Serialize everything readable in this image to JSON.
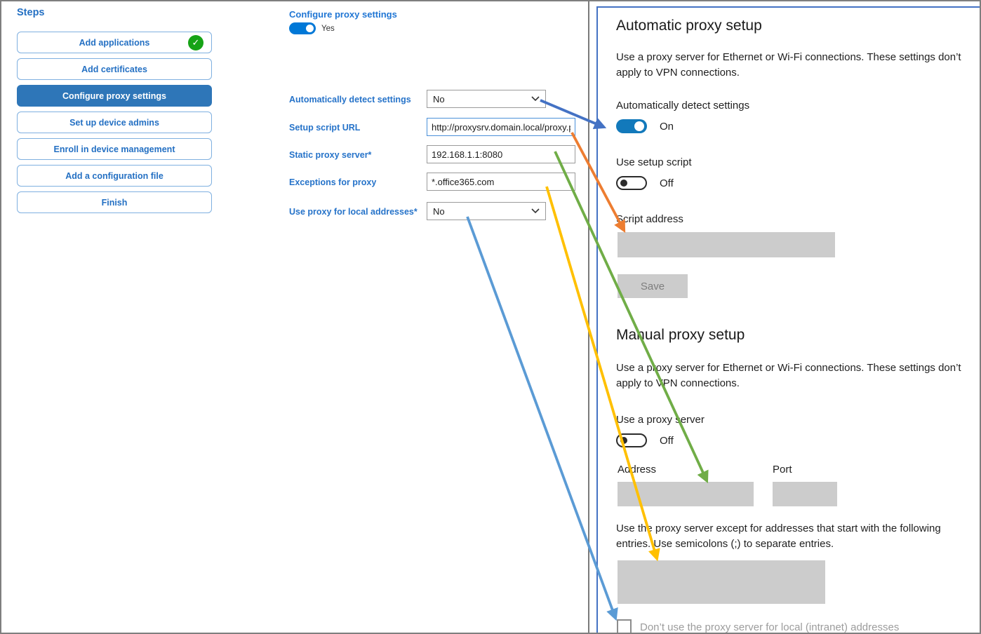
{
  "icons": {
    "check": "✓"
  },
  "steps_panel": {
    "title": "Steps",
    "items": [
      {
        "label": "Add applications",
        "completed": true,
        "active": false
      },
      {
        "label": "Add certificates",
        "completed": false,
        "active": false
      },
      {
        "label": "Configure proxy settings",
        "completed": false,
        "active": true
      },
      {
        "label": "Set up device admins",
        "completed": false,
        "active": false
      },
      {
        "label": "Enroll in device management",
        "completed": false,
        "active": false
      },
      {
        "label": "Add a configuration file",
        "completed": false,
        "active": false
      },
      {
        "label": "Finish",
        "completed": false,
        "active": false
      }
    ]
  },
  "wizard": {
    "title": "Configure proxy settings",
    "enable_toggle": {
      "state": "on",
      "label": "Yes"
    },
    "fields": [
      {
        "label": "Automatically detect settings",
        "type": "dropdown",
        "value": "No"
      },
      {
        "label": "Setup script URL",
        "type": "text",
        "value": "http://proxysrv.domain.local/proxy.pa",
        "focused": true
      },
      {
        "label": "Static proxy server*",
        "type": "text",
        "value": "192.168.1.1:8080"
      },
      {
        "label": "Exceptions for proxy",
        "type": "text",
        "value": "*.office365.com"
      },
      {
        "label": "Use proxy for local addresses*",
        "type": "dropdown",
        "value": "No"
      }
    ]
  },
  "settings_panel": {
    "automatic": {
      "heading": "Automatic proxy setup",
      "description": "Use a proxy server for Ethernet or Wi-Fi connections. These settings don’t apply to VPN connections.",
      "detect_label": "Automatically detect settings",
      "detect_state": "On",
      "script_toggle_label": "Use setup script",
      "script_toggle_state": "Off",
      "script_address_label": "Script address",
      "save_button": "Save"
    },
    "manual": {
      "heading": "Manual proxy setup",
      "description": "Use a proxy server for Ethernet or Wi-Fi connections. These settings don’t apply to VPN connections.",
      "proxy_toggle_label": "Use a proxy server",
      "proxy_toggle_state": "Off",
      "address_label": "Address",
      "port_label": "Port",
      "exceptions_description": "Use the proxy server except for addresses that start with the following entries. Use semicolons (;) to separate entries.",
      "local_checkbox_label": "Don’t use the proxy server for local (intranet) addresses",
      "local_checkbox_checked": false
    }
  },
  "annotations": {
    "arrows": [
      {
        "name": "detect-settings-arrow",
        "color": "#4472C4",
        "from": "Automatically detect settings dropdown",
        "to": "Automatically detect settings toggle"
      },
      {
        "name": "setup-script-url-arrow",
        "color": "#ED7D31",
        "from": "Setup script URL field",
        "to": "Script address box"
      },
      {
        "name": "static-proxy-arrow",
        "color": "#70AD47",
        "from": "Static proxy server field",
        "to": "Address box"
      },
      {
        "name": "exceptions-arrow",
        "color": "#FFC000",
        "from": "Exceptions for proxy field",
        "to": "Exceptions list box"
      },
      {
        "name": "local-addresses-arrow",
        "color": "#5B9BD5",
        "from": "Use proxy for local addresses dropdown",
        "to": "Local intranet addresses checkbox"
      }
    ]
  },
  "colors": {
    "accent_blue": "#0078D7",
    "panel_border_blue": "#4472C4",
    "active_step_bg": "#2E76B8",
    "step_text_blue": "#2470C3",
    "success_green": "#16A316",
    "disabled_gray": "#CCCCCC"
  }
}
